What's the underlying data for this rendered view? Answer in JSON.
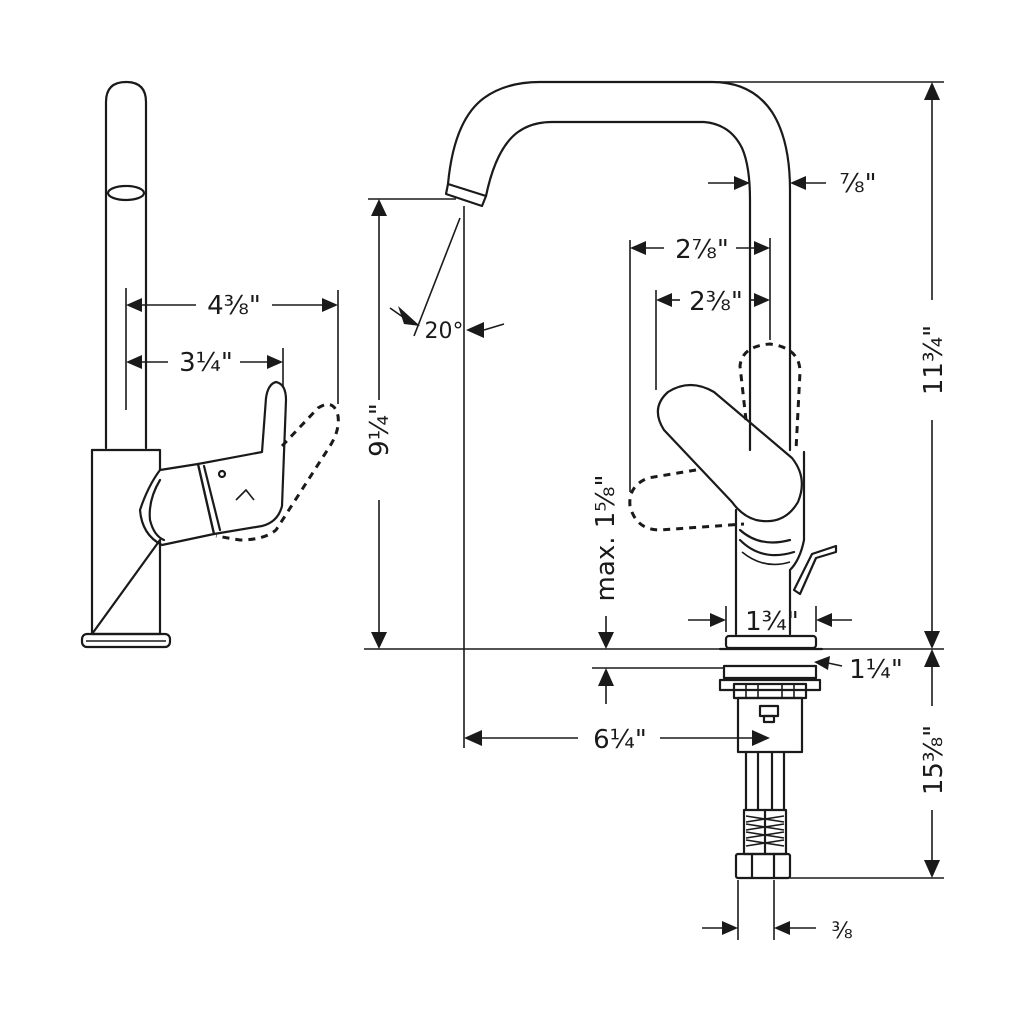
{
  "dimensions": {
    "side_reach_outer": "4⅜\"",
    "side_reach_inner": "3¼\"",
    "spout_height": "9¼\"",
    "swivel_angle": "20°",
    "spout_diameter": "⅞\"",
    "lever_clearance_outer": "2⅞\"",
    "lever_clearance_inner": "2⅜\"",
    "total_height": "11¾\"",
    "max_deck": "max. 1⅝\"",
    "base_diameter": "1¾\"",
    "shank_diameter": "1¼\"",
    "spout_reach": "6¼\"",
    "shank_length": "15⅜\"",
    "connection": "⅜"
  }
}
